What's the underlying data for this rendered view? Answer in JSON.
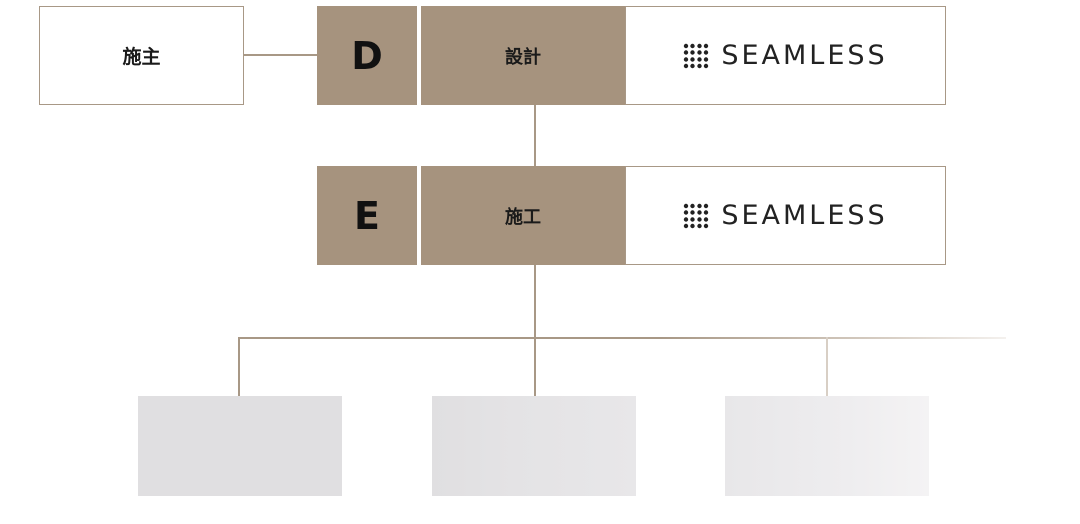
{
  "client": {
    "label": "施主"
  },
  "rows": [
    {
      "letter": "D",
      "role": "設計",
      "company": "SEAMLESS"
    },
    {
      "letter": "E",
      "role": "施工",
      "company": "SEAMLESS"
    }
  ],
  "colors": {
    "accent": "#a6937e",
    "line": "#a89886",
    "placeholder": "#e0dfe1"
  },
  "icons": {
    "company_logo": "seamless-logo-icon"
  }
}
